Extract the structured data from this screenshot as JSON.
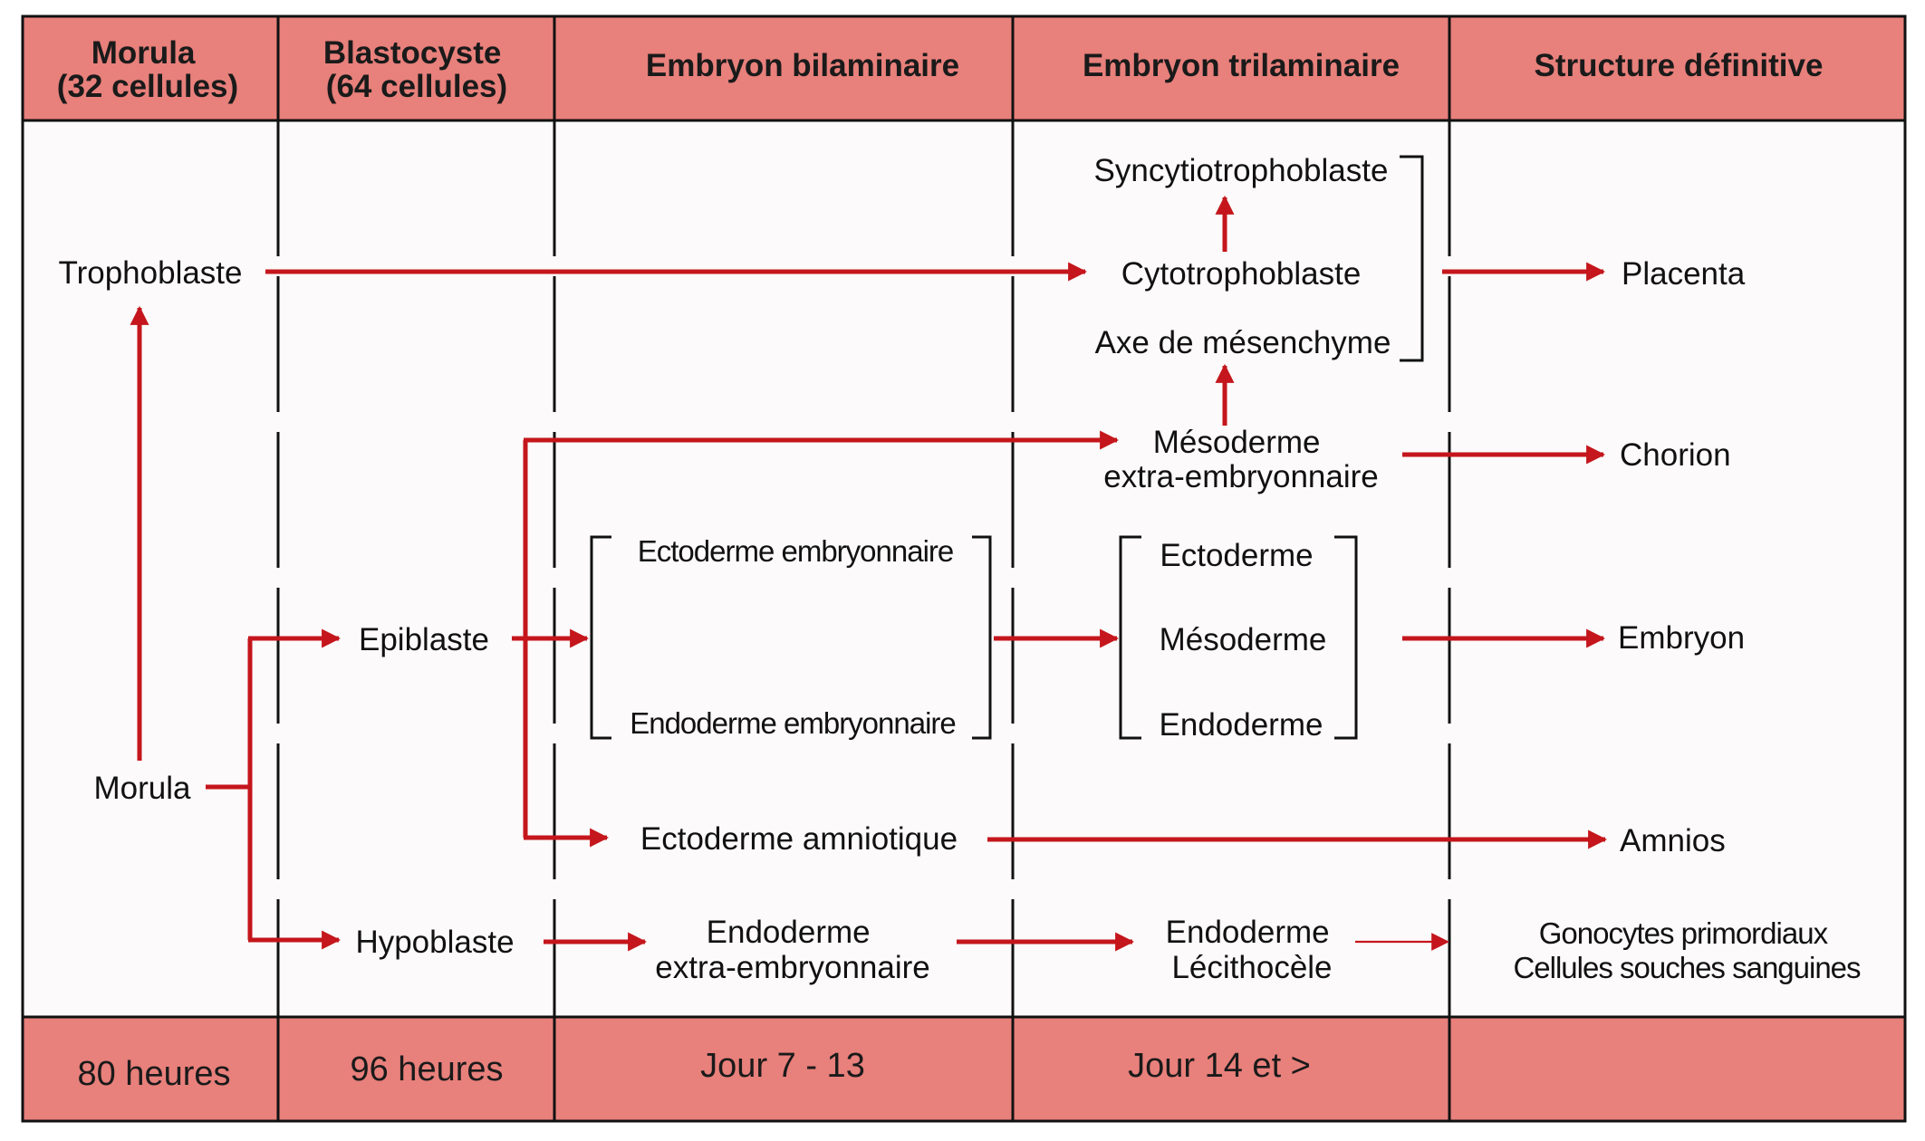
{
  "colors": {
    "band": "#e8807b",
    "body": "#fcfafa",
    "arrow": "#c4161c",
    "line": "#111111"
  },
  "header": {
    "morula": [
      "Morula",
      "(32 cellules)"
    ],
    "blastocyste": [
      "Blastocyste",
      "(64 cellules)"
    ],
    "bilaminaire": "Embryon bilaminaire",
    "trilaminaire": "Embryon trilaminaire",
    "definitive": "Structure définitive"
  },
  "footer": {
    "morula": "80 heures",
    "blastocyste": "96 heures",
    "bilaminaire": "Jour 7 - 13",
    "trilaminaire": "Jour 14 et >",
    "definitive": ""
  },
  "nodes": {
    "trophoblaste": "Trophoblaste",
    "morula": "Morula",
    "epiblaste": "Epiblaste",
    "hypoblaste": "Hypoblaste",
    "ectoderme_embryonnaire": "Ectoderme embryonnaire",
    "endoderme_embryonnaire": "Endoderme embryonnaire",
    "ectoderme_amniotique": "Ectoderme amniotique",
    "endoderme_extra": [
      "Endoderme",
      "extra-embryonnaire"
    ],
    "syncytiotrophoblaste": "Syncytiotrophoblaste",
    "cytotrophoblaste": "Cytotrophoblaste",
    "axe_mesenchyme": "Axe de mésenchyme",
    "mesoderme_extra": [
      "Mésoderme",
      "extra-embryonnaire"
    ],
    "ectoderme": "Ectoderme",
    "mesoderme": "Mésoderme",
    "endoderme": "Endoderme",
    "endoderme_lecithocele": [
      "Endoderme",
      "Lécithocèle"
    ],
    "placenta": "Placenta",
    "chorion": "Chorion",
    "embryon": "Embryon",
    "amnios": "Amnios",
    "gonocytes": [
      "Gonocytes primordiaux",
      "Cellules souches sanguines"
    ]
  }
}
